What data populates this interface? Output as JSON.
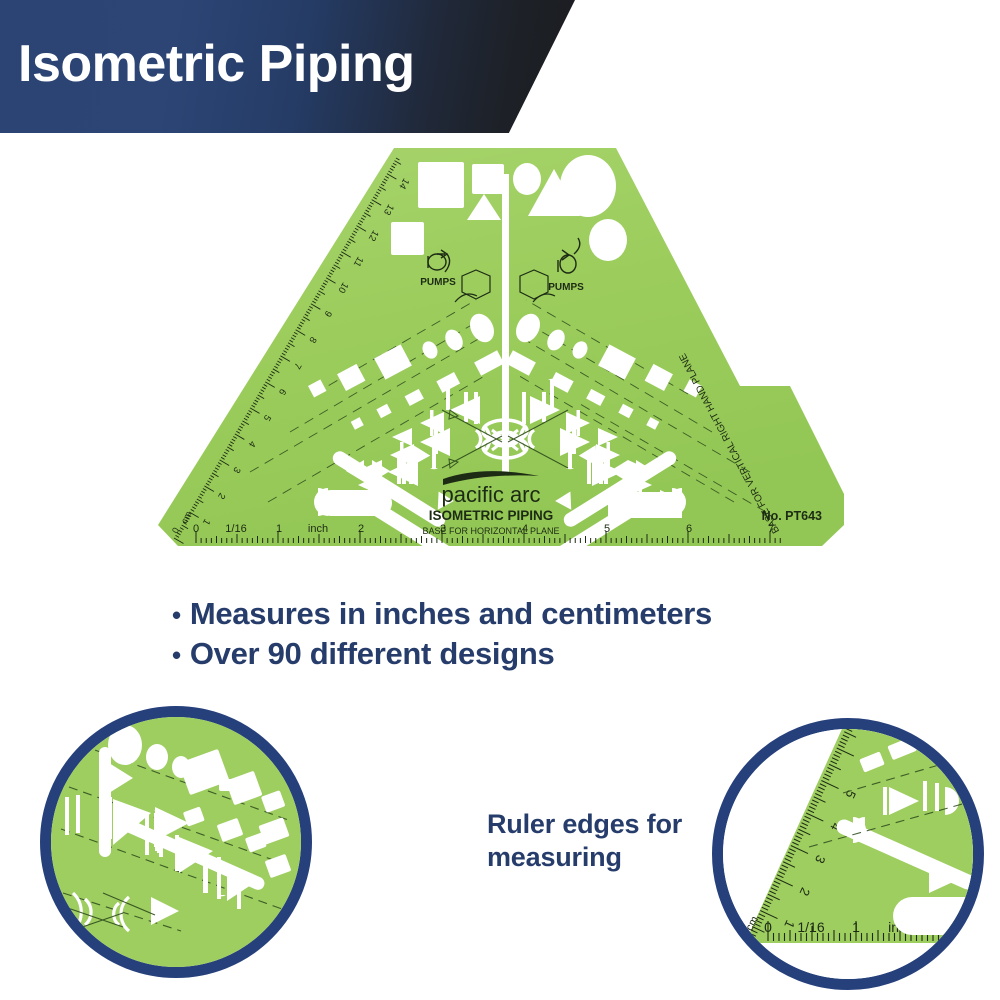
{
  "header": {
    "title": "Isometric Piping",
    "background_start": "#2b4474",
    "background_end": "#1b1d21"
  },
  "product": {
    "brand": "pacific arc",
    "product_name": "ISOMETRIC PIPING",
    "plane_label_bottom": "BASE FOR HORIZONTAL PLANE",
    "plane_label_right": "BASE FOR VERTICAL RIGHT HAND PLANE",
    "model_number": "No. PT643",
    "pumps_label_left": "PUMPS",
    "pumps_label_right": "PUMPS",
    "template_color": "#9ecd60",
    "cutout_color": "#ffffff",
    "ink_color": "#1d2b14",
    "inch_scale": {
      "unit_label": "inch",
      "fraction_label": "1/16",
      "zero_label": "0",
      "ticks": [
        "1",
        "2",
        "3",
        "4",
        "5",
        "6",
        "7"
      ]
    },
    "cm_scale": {
      "unit_label": "cm",
      "zero_label": "0",
      "ticks": [
        "1",
        "2",
        "3",
        "4",
        "5",
        "6",
        "7",
        "8",
        "9",
        "10",
        "11",
        "12",
        "13",
        "14"
      ]
    }
  },
  "features": {
    "bullet_glyph": "•",
    "items": [
      "Measures in inches and centimeters",
      "Over 90 different designs"
    ]
  },
  "details": {
    "accent_color": "#26407c",
    "caption_line1": "Ruler edges for",
    "caption_line2": "measuring",
    "left_circle_name": "piping-symbols-closeup",
    "right_circle_name": "ruler-edge-closeup",
    "right_circle_scale": {
      "unit_label": "inch",
      "fraction_label": "1/16",
      "zero_label": "0",
      "cm_label": "cm",
      "cm_ticks": [
        "1",
        "2",
        "3",
        "4",
        "5",
        "6"
      ]
    }
  }
}
